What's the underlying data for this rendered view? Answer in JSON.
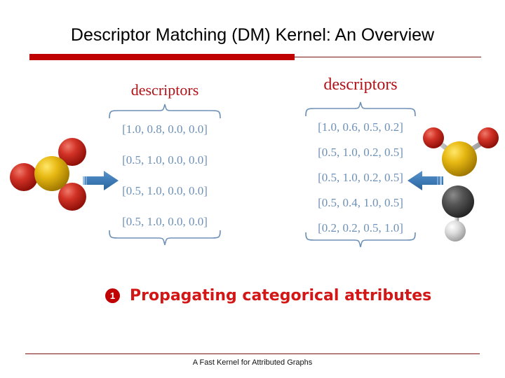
{
  "slide": {
    "title": "Descriptor Matching (DM) Kernel: An Overview",
    "footer_text": "A Fast Kernel for Attributed Graphs"
  },
  "theme": {
    "accent_red": "#c00000",
    "rule_dark_red": "#7b1515",
    "label_red": "#b01217",
    "caption_red": "#d31616",
    "vector_blue": "#6e91b8",
    "arrow_blue": "#3b79b5",
    "atom_oxygen": "#c42020",
    "atom_sulfur": "#e0b000",
    "atom_carbon": "#4d4d4d",
    "atom_hydrogen": "#d8d8d8",
    "bond_gray": "#b3b3b3"
  },
  "left_panel": {
    "label": "descriptors",
    "vectors": [
      "[1.0, 0.8, 0.0, 0.0]",
      "[0.5, 1.0, 0.0, 0.0]",
      "[0.5, 1.0, 0.0, 0.0]",
      "[0.5, 1.0, 0.0, 0.0]"
    ]
  },
  "right_panel": {
    "label": "descriptors",
    "vectors": [
      "[1.0, 0.6, 0.5, 0.2]",
      "[0.5, 1.0, 0.2, 0.5]",
      "[0.5, 1.0, 0.2, 0.5]",
      "[0.5, 0.4, 1.0, 0.5]",
      "[0.2, 0.2, 0.5, 1.0]"
    ]
  },
  "left_molecule": {
    "name": "sulfur-trioxide-molecule",
    "atoms": [
      "O",
      "S",
      "O",
      "O"
    ]
  },
  "right_molecule": {
    "name": "thioformic-acid-molecule",
    "atoms": [
      "O",
      "S",
      "O",
      "C",
      "H"
    ]
  },
  "arrows": {
    "left": "arrow-right-icon",
    "right": "arrow-left-icon"
  },
  "caption": {
    "badge": "1",
    "text": "Propagating categorical attributes"
  }
}
